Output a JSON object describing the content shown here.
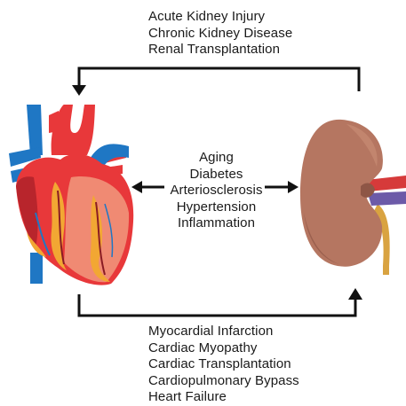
{
  "kidney_to_heart_conditions": [
    "Acute Kidney Injury",
    "Chronic Kidney Disease",
    "Renal Transplantation"
  ],
  "shared_risk_factors": [
    "Aging",
    "Diabetes",
    "Arteriosclerosis",
    "Hypertension",
    "Inflammation"
  ],
  "heart_to_kidney_conditions": [
    "Myocardial Infarction",
    "Cardiac Myopathy",
    "Cardiac Transplantation",
    "Cardiopulmonary Bypass",
    "Heart Failure"
  ],
  "illustrations": {
    "heart": "anatomical-heart-illustration",
    "kidney": "kidney-illustration"
  },
  "colors": {
    "arrow": "#111111",
    "heart_red": "#e8383a",
    "heart_dark_red": "#b8252c",
    "artery_blue": "#1f77c4",
    "fat_yellow": "#f2a733",
    "kidney_brown": "#b57661",
    "kidney_shadow": "#8e5646"
  }
}
